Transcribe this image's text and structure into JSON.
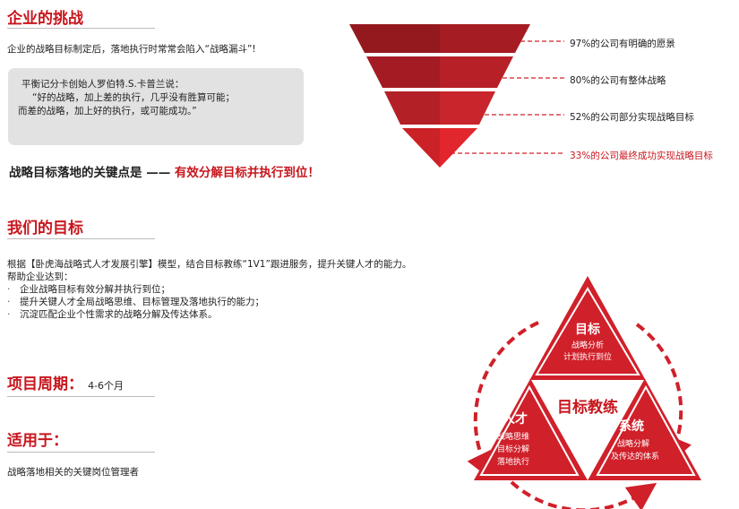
{
  "challenge": {
    "title": "企业的挑战",
    "intro": "企业的战略目标制定后，落地执行时常常会陷入“战略漏斗”!",
    "quote_lines": [
      "平衡记分卡创始人罗伯特.S.卡普兰说：",
      "“好的战略，加上差的执行，几乎没有胜算可能；",
      "而差的战略，加上好的执行，或可能成功。”"
    ],
    "key_prefix": "战略目标落地的关键点是 ——",
    "key_highlight": "有效分解目标并执行到位！"
  },
  "funnel": {
    "stats": [
      "97%的公司有明确的愿景",
      "80%的公司有整体战略",
      "52%的公司部分实现战略目标",
      "33%的公司最终成功实现战略目标"
    ],
    "colors": [
      "#a51c22",
      "#b72027",
      "#c8252c",
      "#e2262d"
    ]
  },
  "goal": {
    "title": "我们的目标",
    "line1": "根据【卧虎海战略式人才发展引擎】模型，结合目标教练“1V1”跟进服务，提升关键人才的能力。",
    "line2": "帮助企业达到：",
    "bullets": [
      "企业战略目标有效分解并执行到位；",
      "提升关键人才全局战略思维、目标管理及落地执行的能力；",
      "沉淀匹配企业个性需求的战略分解及传达体系。"
    ]
  },
  "cycle": {
    "label": "项目周期：",
    "value": "4-6个月"
  },
  "scope": {
    "label": "适用于：",
    "value": "战略落地相关的关键岗位管理者"
  },
  "triangle": {
    "center": "目标教练",
    "top": {
      "title": "目标",
      "lines": [
        "战略分析",
        "计划执行到位"
      ]
    },
    "left": {
      "title": "人才",
      "lines": [
        "战略思维",
        "目标分解",
        "落地执行"
      ]
    },
    "right": {
      "title": "系统",
      "lines": [
        "战略分解",
        "及传达的体系"
      ]
    },
    "color": "#d0202a"
  }
}
